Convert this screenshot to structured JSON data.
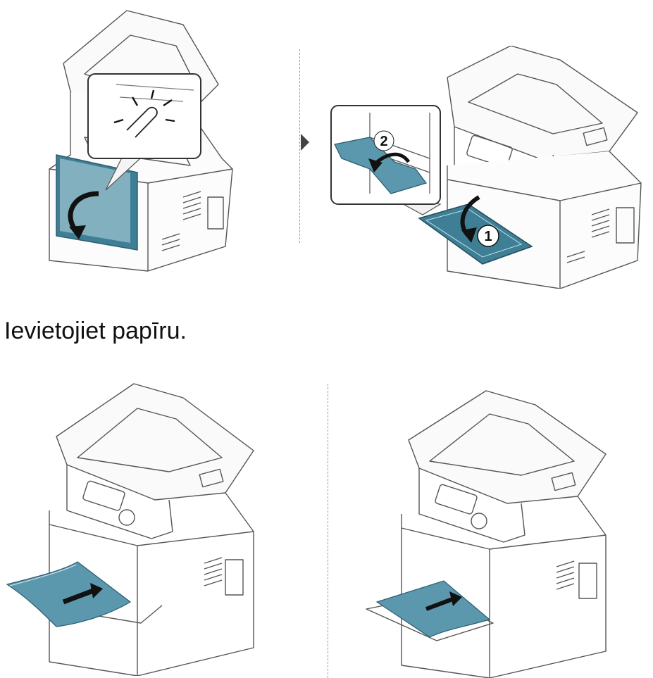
{
  "caption": "Ievietojiet papīru.",
  "figures": [
    {
      "name": "open-front-door",
      "callout": null
    },
    {
      "name": "open-multipurpose-tray",
      "callout_labels": [
        "1",
        "2"
      ]
    },
    {
      "name": "insert-paper-left"
    },
    {
      "name": "insert-paper-right"
    }
  ],
  "colors": {
    "accent": "#3f7f96",
    "accent_light": "#d7e9ef",
    "line": "#4a4a4a"
  }
}
